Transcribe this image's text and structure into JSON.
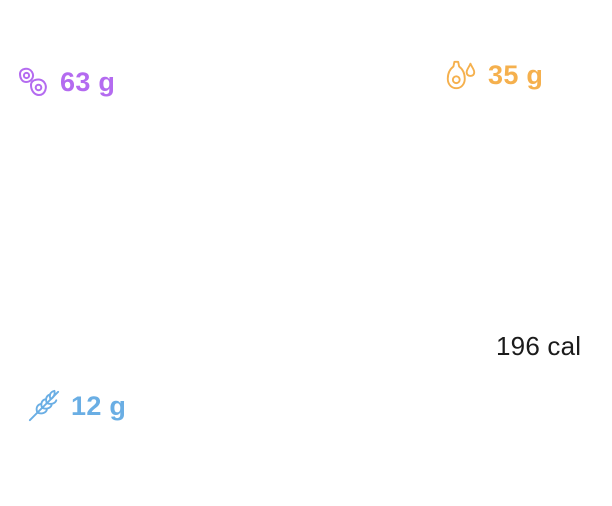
{
  "macros": {
    "protein": {
      "value": "63 g",
      "icon": "eggs-icon",
      "color": "#b46bf0"
    },
    "fat": {
      "value": "35 g",
      "icon": "avocado-drop-icon",
      "color": "#f5b04d"
    },
    "carbs": {
      "value": "12 g",
      "icon": "wheat-icon",
      "color": "#6aaee4"
    }
  },
  "calories": "196 cal"
}
